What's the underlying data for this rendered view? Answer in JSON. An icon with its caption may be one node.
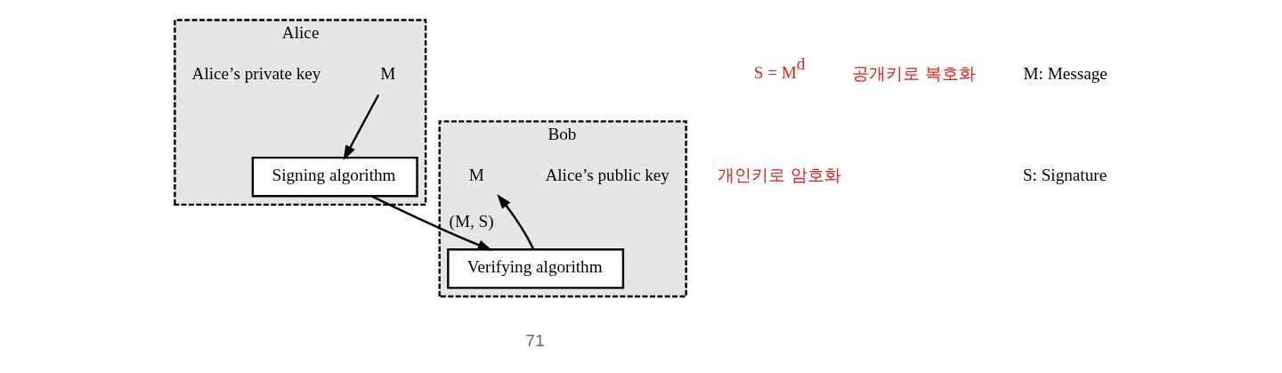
{
  "diagram": {
    "nodes": [
      {
        "text": [
          "Alice"
        ]
      },
      {
        "text": [
          "M"
        ],
        "in": 0
      },
      {
        "text": [
          "Alice’s private key"
        ],
        "in": 0
      },
      {
        "text": [
          "Signing algorithm"
        ],
        "in": 0
      },
      {
        "text": [
          "Bob"
        ]
      },
      {
        "text": [
          "Alice’s public key"
        ],
        "in": 4
      },
      {
        "text": [
          "M"
        ],
        "in": 4
      },
      {
        "text": [
          "Verifying algorithm"
        ],
        "in": 4
      }
    ],
    "edges": [
      {
        "from": 1,
        "to": 3,
        "arrow": "to"
      },
      {
        "from": 7,
        "to": 6,
        "arrow": "to"
      },
      {
        "from": 3,
        "to": 7,
        "label": "(M, S)",
        "arrow": "to"
      }
    ],
    "labels": [
      "S = M$^{d}$",
      "개인키로 암호화",
      "M: Message",
      "S: Signature",
      "공개키로 복호화",
      "71"
    ]
  }
}
